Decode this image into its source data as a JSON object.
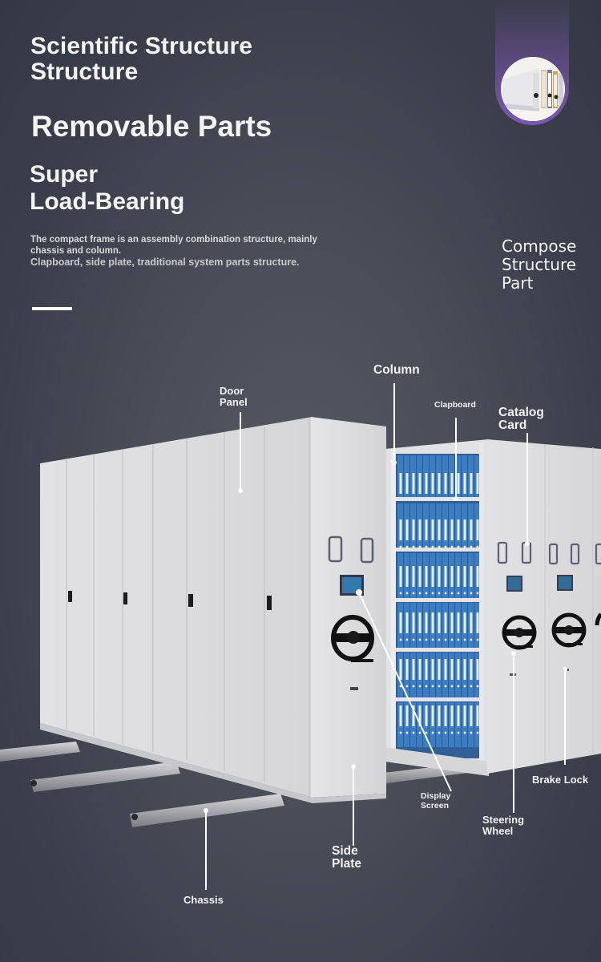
{
  "header": {
    "title_line1": "Scientific Structure",
    "title_line2": "Structure",
    "subtitle": "Removable Parts",
    "tagline_line1": "Super",
    "tagline_line2": "Load-Bearing",
    "description_line1": "The compact frame is an assembly combination structure, mainly",
    "description_line2": "chassis and column.",
    "description_line3": "Clapboard, side plate, traditional system parts structure."
  },
  "badge": {
    "image_alt": "mobile-shelving-thumbnail",
    "accent_color": "#7a58b0"
  },
  "side_heading": {
    "line1": "Compose",
    "line2": "Structure",
    "line3": "Part"
  },
  "callouts": {
    "door_panel": {
      "line1": "Door",
      "line2": "Panel"
    },
    "column": {
      "label": "Column"
    },
    "clapboard": {
      "label": "Clapboard"
    },
    "catalog_card": {
      "line1": "Catalog",
      "line2": "Card"
    },
    "brake_lock": {
      "label": "Brake Lock"
    },
    "display_screen": {
      "line1": "Display",
      "line2": "Screen"
    },
    "steering_wheel": {
      "line1": "Steering",
      "line2": "Wheel"
    },
    "side_plate": {
      "line1": "Side",
      "line2": "Plate"
    },
    "chassis": {
      "label": "Chassis"
    }
  },
  "colors": {
    "background": "#3b3e4a",
    "cabinet": "#dcdcdc",
    "binder_blue": "#3f7fc0",
    "wheel": "#121212"
  }
}
